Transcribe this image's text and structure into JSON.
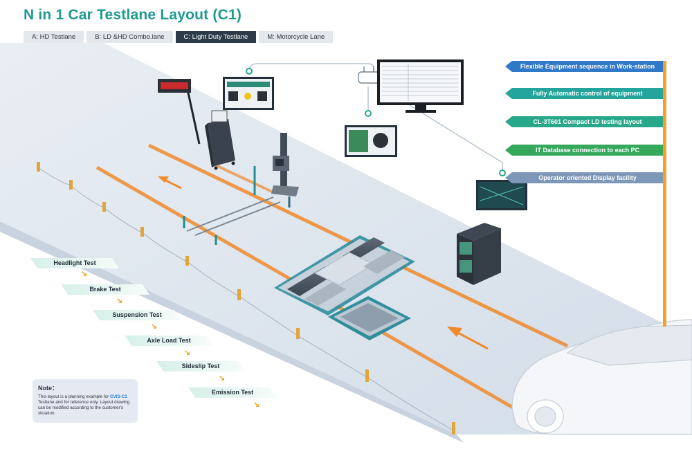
{
  "title": "N in 1 Car Testlane Layout (C1)",
  "tabs": [
    {
      "label": "A: HD Testlane",
      "active": false
    },
    {
      "label": "B: LD &HD Combo.lane",
      "active": false
    },
    {
      "label": "C: Light Duty Testlane",
      "active": true
    },
    {
      "label": "M: Motorcycle Lane",
      "active": false
    }
  ],
  "features": [
    {
      "label": "Flexible Equipment sequence in Work-station",
      "color": "#2f79c8"
    },
    {
      "label": "Fully Automatic control of equipment",
      "color": "#23a59c"
    },
    {
      "label": "CL-3T601 Compact LD testing layout",
      "color": "#28a88a"
    },
    {
      "label": "IT Database connection to each PC",
      "color": "#35a85c"
    },
    {
      "label": "Operator oriented Display facility",
      "color": "#7d97b8"
    }
  ],
  "tests": [
    {
      "label": "Headlight Test"
    },
    {
      "label": "Brake Test"
    },
    {
      "label": "Suspension Test"
    },
    {
      "label": "Axle Load Test"
    },
    {
      "label": "Sideslip Test"
    },
    {
      "label": "Emission Test"
    }
  ],
  "note": {
    "title": "Note：",
    "text_before": "This layout is a planning example for ",
    "highlight": "CVIS-C1",
    "text_after": " Testlane and for reference only. Layout drawing can be modified according to the customer's situation."
  },
  "colors": {
    "accent": "#1f9a8e",
    "lane_arrow": "#f08a2c",
    "road": "#dfe7ef"
  }
}
